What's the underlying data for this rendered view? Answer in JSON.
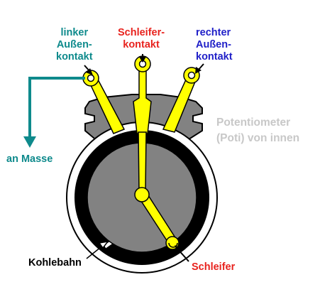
{
  "labels": {
    "left_contact": [
      "linker",
      "Außen-",
      "kontakt"
    ],
    "wiper_contact": [
      "Schleifer-",
      "kontakt"
    ],
    "right_contact": [
      "rechter",
      "Außen-",
      "kontakt"
    ],
    "ground": "an Masse",
    "title": [
      "Potentiometer",
      "(Poti) von innen"
    ],
    "track": "Kohlebahn",
    "wiper": "Schleifer"
  },
  "colors": {
    "yellow": "#ffff00",
    "body_gray": "#828282",
    "track_black": "#000000",
    "ground_wire": "#0e8a8c",
    "left_label": "#0e8a8c",
    "wiper_label": "#e8231e",
    "right_label": "#1f1fc8",
    "title_label": "#c8c8c8"
  }
}
